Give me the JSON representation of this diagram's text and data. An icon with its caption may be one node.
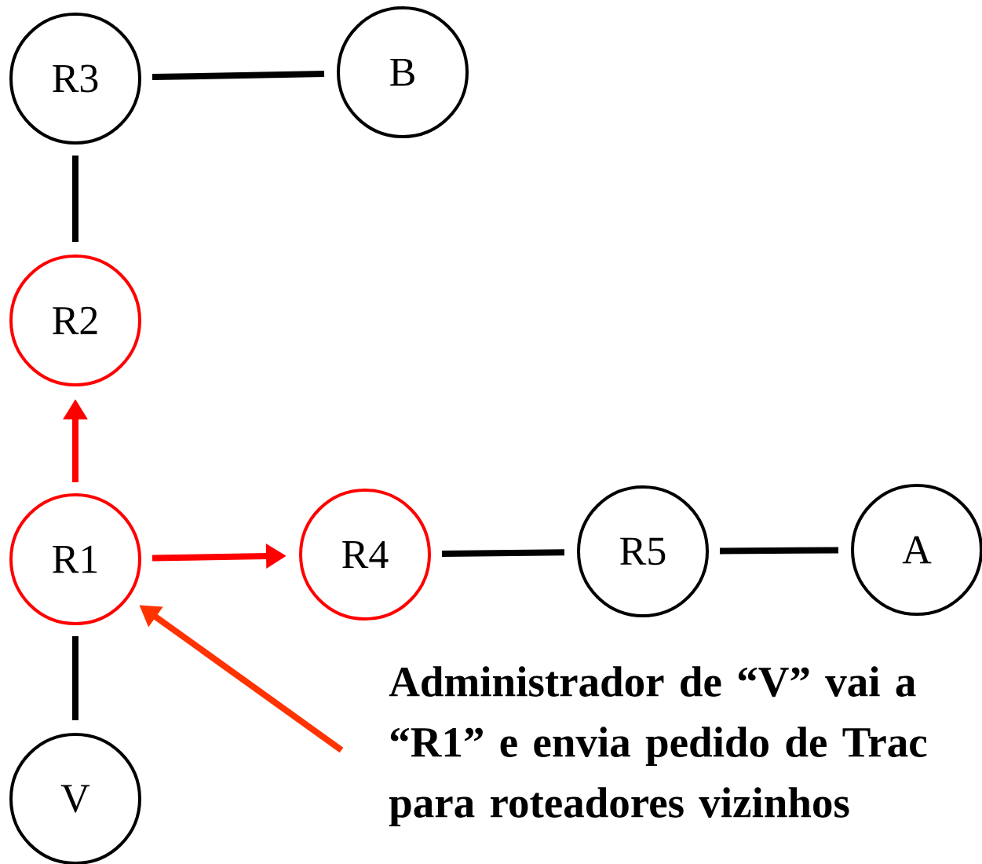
{
  "diagram": {
    "nodes": [
      {
        "text": [
          "R3"
        ]
      },
      {
        "text": [
          "B"
        ]
      },
      {
        "text": [
          "R2"
        ]
      },
      {
        "text": [
          "R1"
        ]
      },
      {
        "text": [
          "R4"
        ]
      },
      {
        "text": [
          "R5"
        ]
      },
      {
        "text": [
          "A"
        ]
      },
      {
        "text": [
          "V"
        ]
      },
      {
        "text": [
          "Administrador de “V” vai a “R1” e envia pedido de Trac para roteadores vizinhos"
        ]
      }
    ],
    "edges": [
      {
        "from": 0,
        "to": 1,
        "arrow": "none"
      },
      {
        "from": 0,
        "to": 2,
        "arrow": "none"
      },
      {
        "from": 3,
        "to": 2,
        "arrow": "to",
        "color": "#ff0000"
      },
      {
        "from": 3,
        "to": 4,
        "arrow": "to",
        "color": "#ff0000"
      },
      {
        "from": 4,
        "to": 5,
        "arrow": "none"
      },
      {
        "from": 5,
        "to": 6,
        "arrow": "none"
      },
      {
        "from": 3,
        "to": 7,
        "arrow": "none"
      },
      {
        "from": 8,
        "to": 3,
        "arrow": "to",
        "color": "#ff3300"
      }
    ]
  }
}
